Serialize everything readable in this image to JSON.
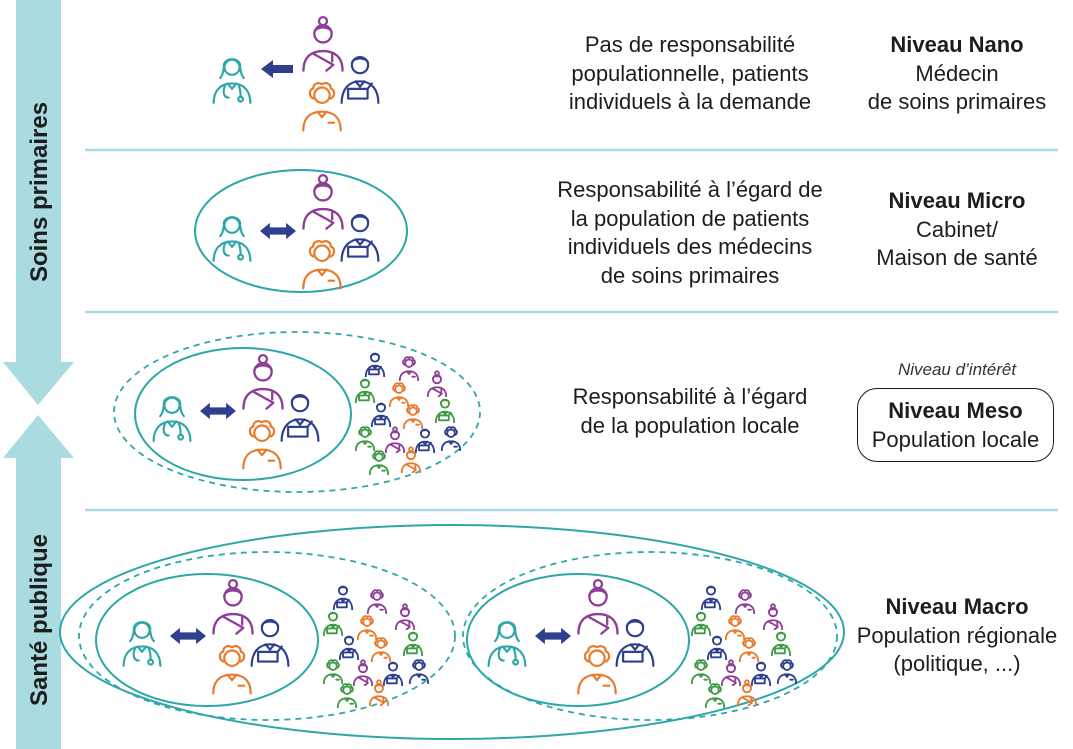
{
  "axis": {
    "top_label": "Soins primaires",
    "bottom_label": "Santé publique"
  },
  "levels": [
    {
      "description": [
        "Pas de responsabilité",
        "populationnelle, patients",
        "individuels à la demande"
      ],
      "title": "Niveau Nano",
      "subtitle": [
        "Médecin",
        "de soins primaires"
      ]
    },
    {
      "description": [
        "Responsabilité à l’égard de",
        "la population de patients",
        "individuels des médecins",
        "de soins primaires"
      ],
      "title": "Niveau Micro",
      "subtitle": [
        "Cabinet/",
        "Maison de santé"
      ]
    },
    {
      "description": [
        "Responsabilité à l’égard",
        "de la population locale"
      ],
      "tag": "Niveau d’intérêt",
      "title": "Niveau Meso",
      "subtitle": [
        "Population locale"
      ]
    },
    {
      "title": "Niveau Macro",
      "subtitle": [
        "Population régionale",
        "(politique, ...)"
      ]
    }
  ],
  "colors": {
    "teal": "#2ea7a9",
    "navy": "#2d3f8e",
    "purple": "#8e3e97",
    "orange": "#e97a2b",
    "green": "#3f9a44",
    "arrow_band": "#a9dbe0",
    "text": "#1d1d1b"
  },
  "icons": {
    "doctor": "doctor-icon",
    "patient_woman": "patient-woman-icon",
    "patient_man": "patient-man-icon",
    "patient_woman_curly": "patient-woman-curly-icon",
    "arrow_one_way": "arrow-left-icon",
    "arrow_two_way": "double-arrow-icon",
    "crowd_person": "crowd-person-icon"
  }
}
